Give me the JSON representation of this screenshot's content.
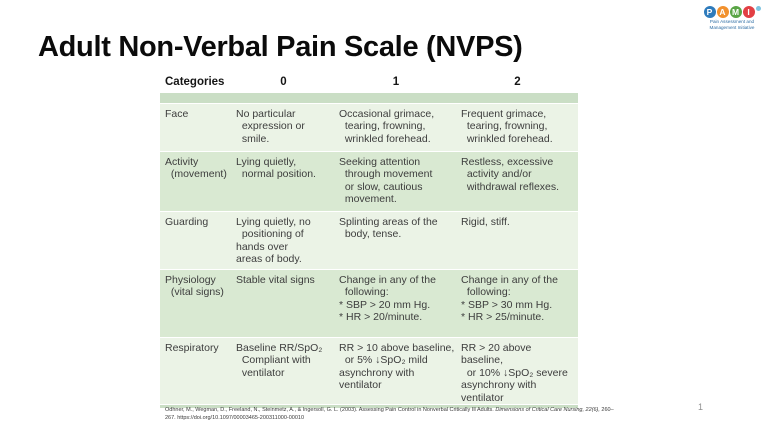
{
  "title": "Adult Non-Verbal Pain Scale (NVPS)",
  "logo": {
    "letters": [
      {
        "char": "P",
        "color": "#2e7bbc"
      },
      {
        "char": "A",
        "color": "#f2912d"
      },
      {
        "char": "M",
        "color": "#5aa546"
      },
      {
        "char": "I",
        "color": "#e23f44"
      }
    ],
    "tagline": "Pain Assessment and\nManagement Initiative"
  },
  "table": {
    "headers": [
      "Categories",
      "0",
      "1",
      "2"
    ],
    "rows": [
      {
        "category": "Face",
        "cells": [
          "No particular\n  expression or\n  smile.",
          "Occasional grimace,\n  tearing, frowning,\n  wrinkled forehead.",
          "Frequent grimace,\n  tearing, frowning,\n  wrinkled forehead."
        ]
      },
      {
        "category": "Activity\n  (movement)",
        "cells": [
          "Lying quietly,\n  normal position.",
          "Seeking attention\n  through movement\n  or slow, cautious\n  movement.",
          "Restless, excessive\n  activity and/or\n  withdrawal reflexes."
        ]
      },
      {
        "category": "Guarding",
        "cells": [
          "Lying quietly, no\n  positioning of\nhands over\nareas of body.",
          "Splinting areas of the\n  body, tense.",
          "Rigid, stiff."
        ]
      },
      {
        "category": "Physiology\n  (vital signs)",
        "cells": [
          "Stable vital signs",
          "Change in any of the\n  following:\n* SBP > 20 mm Hg.\n* HR > 20/minute.",
          "Change in any of the\n  following:\n* SBP > 30 mm Hg.\n* HR > 25/minute."
        ]
      },
      {
        "category": "Respiratory",
        "cells": [
          "Baseline RR/SpO₂\n  Compliant with\n  ventilator",
          "RR > 10 above baseline,\n  or 5% ↓SpO₂ mild\nasynchrony with\nventilator",
          "RR > 20 above baseline,\n  or 10% ↓SpO₂ severe\nasynchrony with\nventilator"
        ]
      }
    ]
  },
  "citation": {
    "text1": "Odhner, M., Wegman, D., Freeland, N., Steinmetz, A., & Ingersoll, G. L. (2003). Assessing Pain Control in Nonverbal Critically Ill Adults. ",
    "italic": "Dimensions of Critical Care Nursing, 22(6),",
    "text2": " 260–267. https://doi.org/10.1097/00003465-200311000-00010"
  },
  "page_number": "1",
  "colors": {
    "row_pale": "#ebf3e6",
    "row_medium": "#d9e9d2",
    "table_strip": "#cadec5",
    "tagline_blue": "#2e6da4"
  }
}
